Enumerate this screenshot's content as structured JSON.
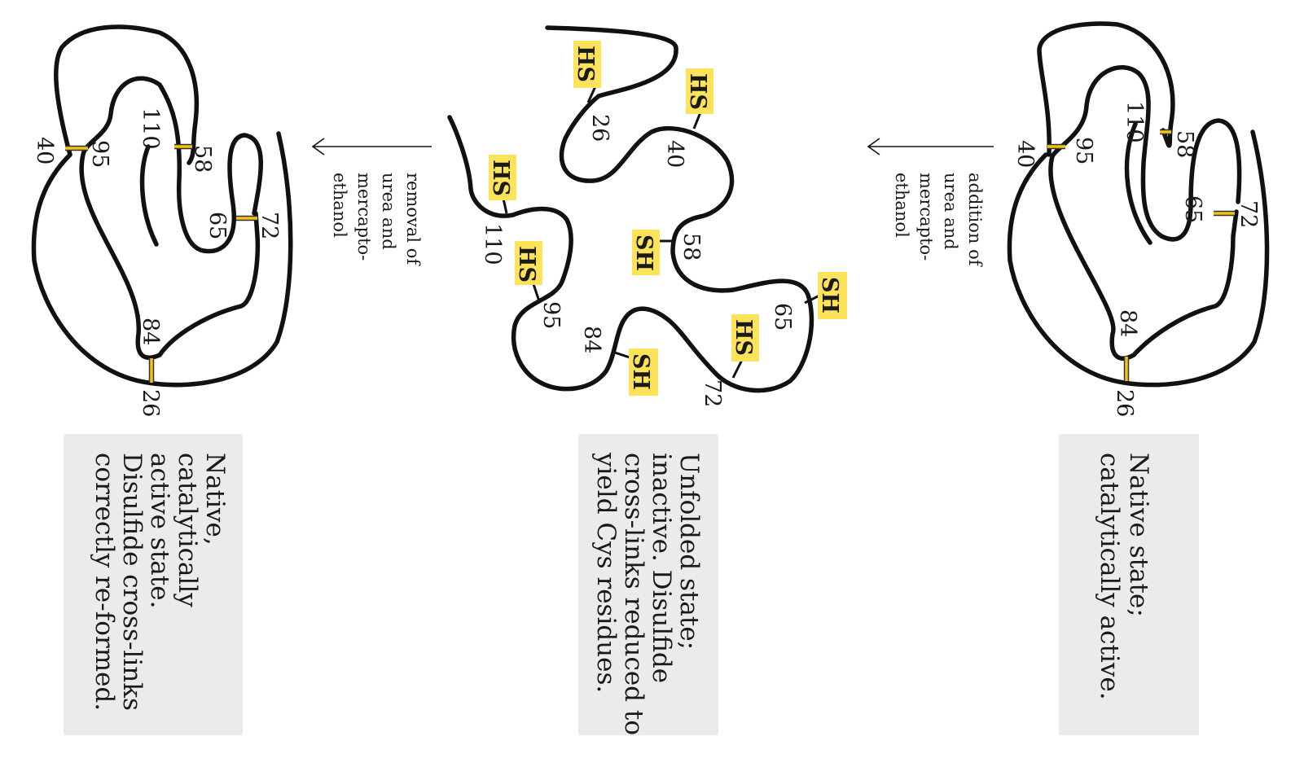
{
  "panels": {
    "native_start": {
      "caption": [
        "Native state;",
        "catalytically active."
      ],
      "residues": {
        "r26": "26",
        "r40": "40",
        "r58": "58",
        "r65": "65",
        "r72": "72",
        "r84": "84",
        "r95": "95",
        "r110": "110"
      }
    },
    "unfolded": {
      "caption": [
        "Unfolded state;",
        "inactive. Disulfide",
        "cross-links reduced to",
        "yield Cys residues."
      ],
      "residues": {
        "r26": "26",
        "r40": "40",
        "r58": "58",
        "r65": "65",
        "r72": "72",
        "r84": "84",
        "r95": "95",
        "r110": "110"
      },
      "thiols": {
        "hs26": "HS",
        "hs40": "HS",
        "sh58": "SH",
        "sh65": "SH",
        "hs72": "HS",
        "sh84": "SH",
        "hs95": "HS",
        "hs110": "HS"
      }
    },
    "native_end": {
      "caption": [
        "Native,",
        "catalytically",
        "active state.",
        "Disulfide cross-links",
        "correctly re-formed."
      ],
      "residues": {
        "r26": "26",
        "r40": "40",
        "r58": "58",
        "r65": "65",
        "r72": "72",
        "r84": "84",
        "r95": "95",
        "r110": "110"
      }
    }
  },
  "arrows": {
    "addition": [
      "addition of",
      "urea and",
      "mercapto-",
      "ethanol"
    ],
    "removal": [
      "removal of",
      "urea and",
      "mercapto-",
      "ethanol"
    ]
  },
  "colors": {
    "disulfide": "#f2c21b",
    "thiol_highlight": "#fde35a",
    "caption_box": "#ebebeb"
  }
}
